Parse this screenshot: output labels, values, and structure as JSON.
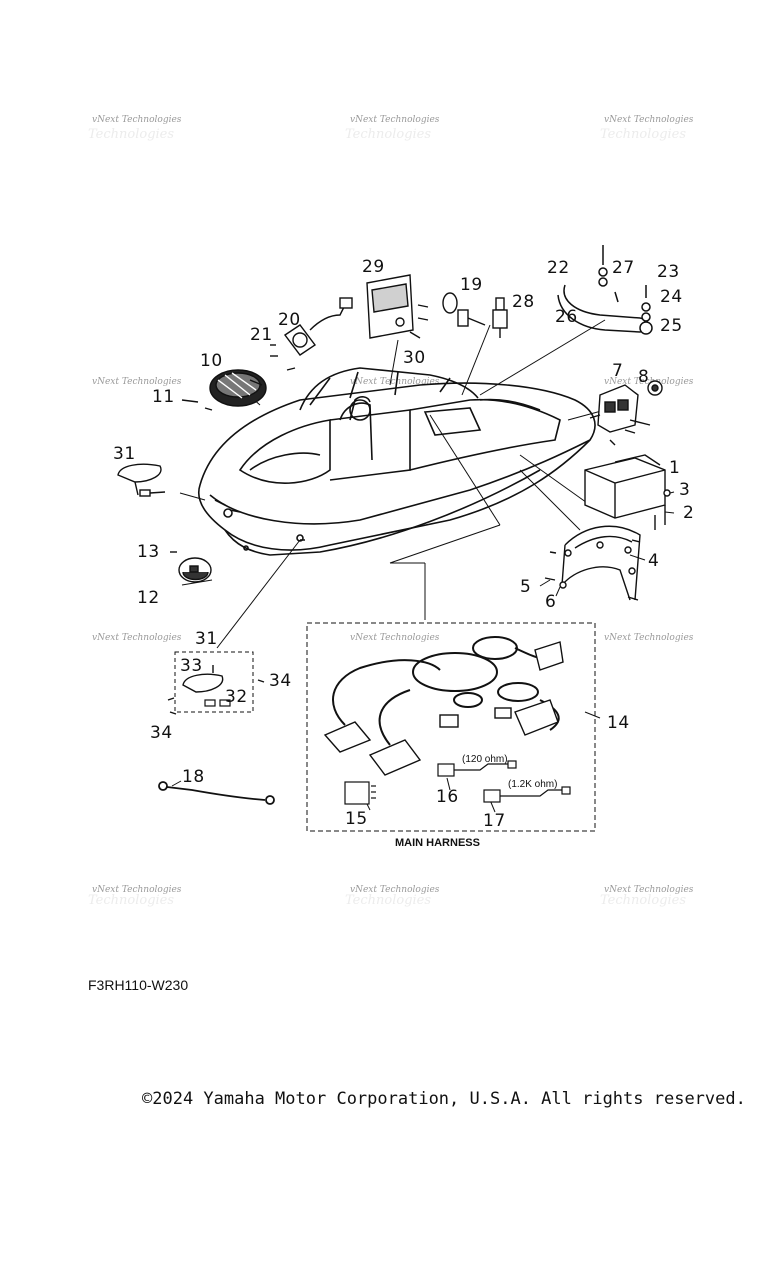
{
  "diagram": {
    "watermark": "vNext Technologies",
    "callouts": [
      "1",
      "2",
      "3",
      "4",
      "5",
      "6",
      "7",
      "8",
      "10",
      "11",
      "12",
      "13",
      "14",
      "15",
      "16",
      "17",
      "18",
      "19",
      "20",
      "21",
      "22",
      "23",
      "24",
      "25",
      "26",
      "27",
      "28",
      "29",
      "30",
      "31",
      "31",
      "32",
      "33",
      "34",
      "34"
    ],
    "resistor_120": "(120 ohm)",
    "resistor_1k2": "(1.2K ohm)",
    "harness_title": "MAIN HARNESS"
  },
  "footer": {
    "drawing_code": "F3RH110-W230",
    "copyright": "©2024 Yamaha Motor Corporation, U.S.A. All rights reserved."
  }
}
